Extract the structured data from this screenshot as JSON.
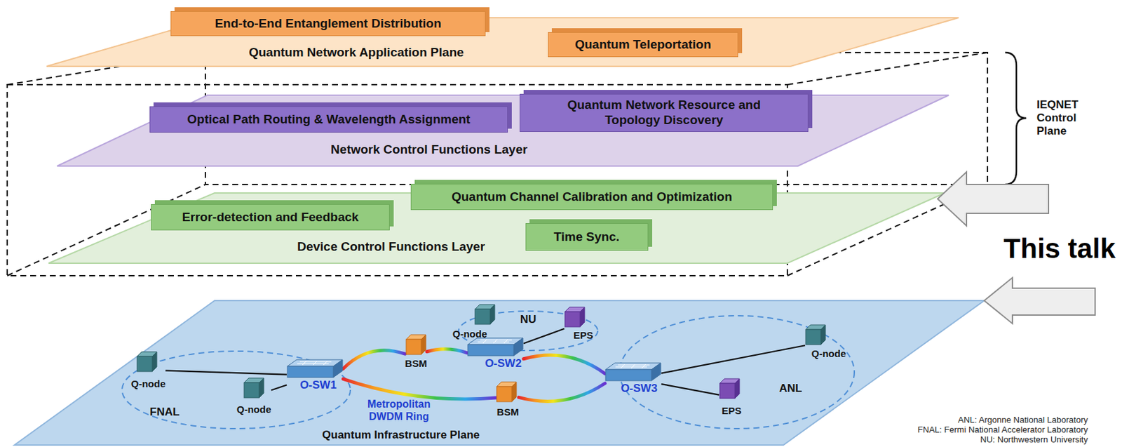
{
  "diagram": {
    "nodes": [
      {
        "text": [
          "Quantum Network Application Plane"
        ]
      },
      {
        "text": [
          "End-to-End Entanglement Distribution"
        ],
        "in": 0
      },
      {
        "text": [
          "Quantum Teleportation"
        ],
        "in": 0
      },
      {
        "text": [
          "Network Control Functions Layer"
        ]
      },
      {
        "text": [
          "Optical Path Routing & Wavelength Assignment"
        ],
        "in": 3
      },
      {
        "text": [
          "Quantum Network Resource and Topology Discovery"
        ],
        "in": 3
      },
      {
        "text": [
          "Device Control Functions Layer"
        ]
      },
      {
        "text": [
          "Quantum Channel Calibration and Optimization"
        ],
        "in": 6
      },
      {
        "text": [
          "Error-detection and Feedback"
        ],
        "in": 6
      },
      {
        "text": [
          "Time Sync."
        ],
        "in": 6
      },
      {
        "text": [
          "Quantum Infrastructure Plane"
        ]
      },
      {
        "text": [
          "NU"
        ],
        "in": 10
      },
      {
        "text": [
          "Q-node"
        ],
        "in": 11
      },
      {
        "text": [
          "EPS"
        ],
        "in": 11
      },
      {
        "text": [
          "O-SW2"
        ],
        "in": 10
      },
      {
        "text": [
          "FNAL"
        ],
        "in": 10
      },
      {
        "text": [
          "Q-node"
        ],
        "in": 15
      },
      {
        "text": [
          "Q-node"
        ],
        "in": 15
      },
      {
        "text": [
          "O-SW1"
        ],
        "in": 15
      },
      {
        "text": [
          "BSM"
        ],
        "in": 10
      },
      {
        "text": [
          "BSM"
        ],
        "in": 10
      },
      {
        "text": [
          "ANL"
        ],
        "in": 10
      },
      {
        "text": [
          "O-SW3"
        ],
        "in": 21
      },
      {
        "text": [
          "Q-node"
        ],
        "in": 21
      },
      {
        "text": [
          "EPS"
        ],
        "in": 21
      }
    ],
    "edges": [
      {
        "from": 16,
        "to": 18,
        "arrow": "none"
      },
      {
        "from": 17,
        "to": 18,
        "arrow": "none"
      },
      {
        "from": 12,
        "to": 14,
        "arrow": "none"
      },
      {
        "from": 13,
        "to": 14,
        "arrow": "none"
      },
      {
        "from": 22,
        "to": 23,
        "arrow": "none"
      },
      {
        "from": 22,
        "to": 24,
        "arrow": "none"
      },
      {
        "from": 18,
        "to": 19,
        "arrow": "none"
      },
      {
        "from": 19,
        "to": 14,
        "arrow": "none"
      },
      {
        "from": 14,
        "to": 22,
        "arrow": "none"
      },
      {
        "from": 22,
        "to": 20,
        "arrow": "none"
      },
      {
        "from": 20,
        "to": 18,
        "arrow": "none"
      }
    ],
    "labels": [
      "IEQNET Control Plane",
      "This talk",
      "Metropolitan DWDM Ring",
      "ANL: Argonne National Laboratory",
      "FNAL: Fermi National Accelerator Laboratory",
      "NU: Northwestern University"
    ]
  }
}
